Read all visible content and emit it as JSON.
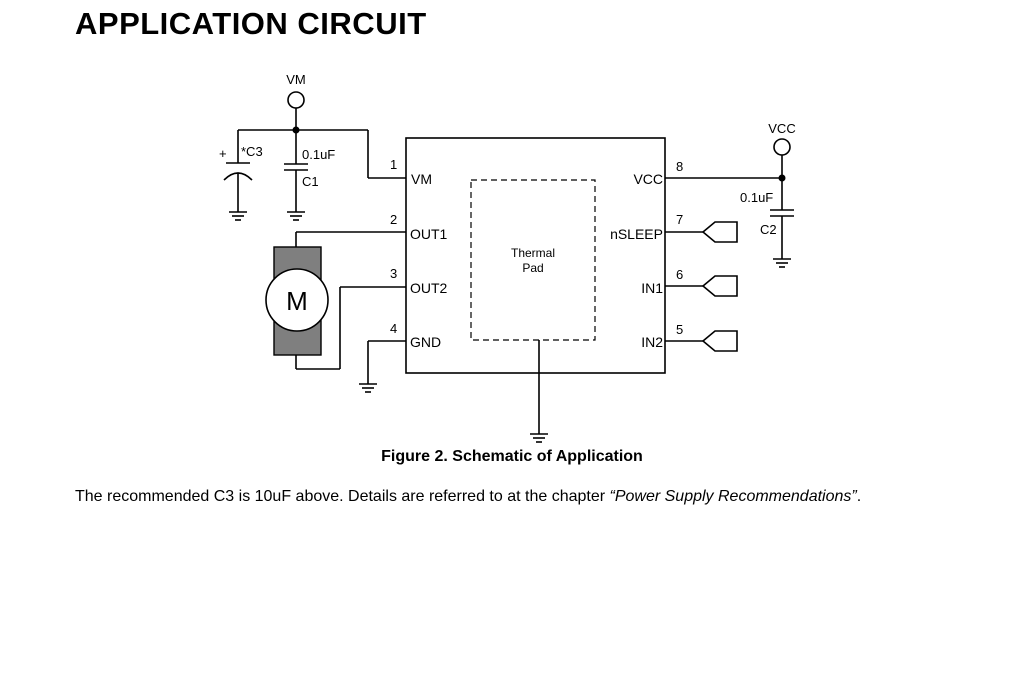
{
  "heading": "APPLICATION CIRCUIT",
  "figure": {
    "caption": "Figure 2. Schematic of Application",
    "thermal_pad": [
      "Thermal",
      "Pad"
    ],
    "supplies": {
      "vm": "VM",
      "vcc": "VCC"
    },
    "pins": [
      {
        "number": "1",
        "name": "VM"
      },
      {
        "number": "2",
        "name": "OUT1"
      },
      {
        "number": "3",
        "name": "OUT2"
      },
      {
        "number": "4",
        "name": "GND"
      },
      {
        "number": "8",
        "name": "VCC"
      },
      {
        "number": "7",
        "name": "nSLEEP"
      },
      {
        "number": "6",
        "name": "IN1"
      },
      {
        "number": "5",
        "name": "IN2"
      }
    ],
    "components": {
      "c3": {
        "plus": "+",
        "label": "*C3"
      },
      "c1": {
        "value": "0.1uF",
        "label": "C1"
      },
      "c2": {
        "value": "0.1uF",
        "label": "C2"
      },
      "motor": "M"
    }
  },
  "paragraph": {
    "text": "The recommended C3 is 10uF above. Details are referred to at the chapter ",
    "reference": "“Power Supply Recommendations”",
    "end": "."
  }
}
